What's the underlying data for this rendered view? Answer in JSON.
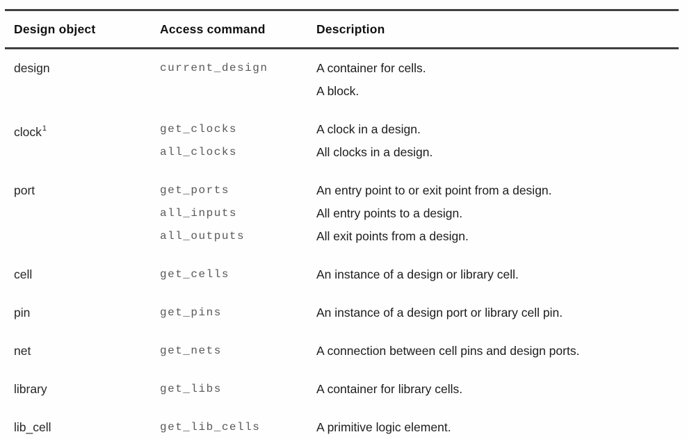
{
  "palette": {
    "background": "#fefefe",
    "rule_color": "#404040",
    "header_text": "#111111",
    "object_text": "#262626",
    "command_text": "#585858",
    "description_text": "#1c1c1c"
  },
  "table": {
    "headers": {
      "object": "Design object",
      "command": "Access command",
      "description": "Description"
    },
    "rows": [
      {
        "object": "design",
        "commands": [
          "current_design"
        ],
        "descriptions": [
          "A container for cells.",
          "A block."
        ]
      },
      {
        "object": "clock",
        "sup": "1",
        "commands": [
          "get_clocks",
          "all_clocks"
        ],
        "descriptions": [
          "A clock in a design.",
          "All clocks in a design."
        ]
      },
      {
        "object": "port",
        "commands": [
          "get_ports",
          "all_inputs",
          "all_outputs"
        ],
        "descriptions": [
          "An entry point to or exit point from a design.",
          "All entry points to a design.",
          "All exit points from a design."
        ]
      },
      {
        "object": "cell",
        "commands": [
          "get_cells"
        ],
        "descriptions": [
          "An instance of a design or library cell."
        ]
      },
      {
        "object": "pin",
        "commands": [
          "get_pins"
        ],
        "descriptions": [
          "An instance of a design port or library cell pin."
        ]
      },
      {
        "object": "net",
        "commands": [
          "get_nets"
        ],
        "descriptions": [
          "A connection between cell pins and design ports."
        ]
      },
      {
        "object": "library",
        "commands": [
          "get_libs"
        ],
        "descriptions": [
          "A container for library cells."
        ]
      },
      {
        "object": "lib_cell",
        "commands": [
          "get_lib_cells"
        ],
        "descriptions": [
          "A primitive logic element."
        ]
      }
    ]
  }
}
